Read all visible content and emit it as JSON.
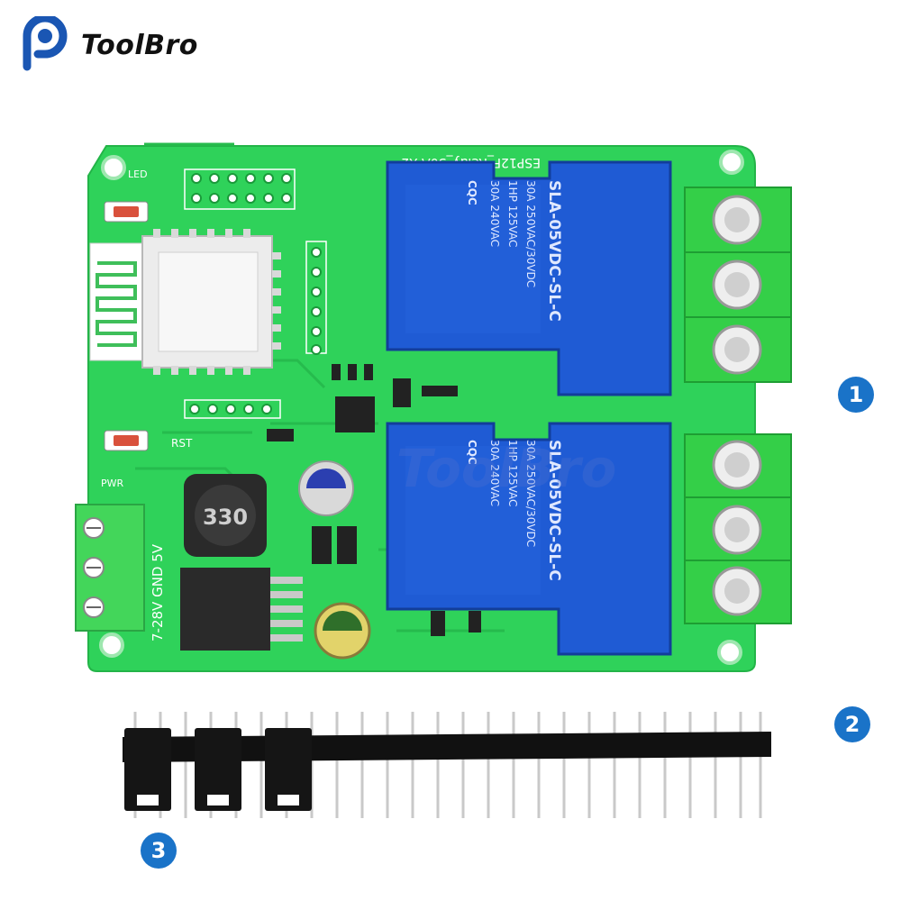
{
  "brand": {
    "name": "ToolBro",
    "watermark": "ToolBro",
    "colors": {
      "logo_blue": "#1a56b3",
      "text": "#111111"
    }
  },
  "callouts": [
    {
      "label": "1",
      "color": "#1a73c8"
    },
    {
      "label": "2",
      "color": "#1a73c8"
    },
    {
      "label": "3",
      "color": "#1a73c8"
    }
  ],
  "board": {
    "pcb_color": "#2fd25a",
    "relay_color": "#1f5bd4",
    "terminal_color": "#34cf48",
    "silkscreen": {
      "top_label": "ESP12F_Relay_30A X2",
      "power_label": "7-28V GND 5V",
      "led": "LED",
      "rst": "RST",
      "pwr": "PWR",
      "inductor": "330"
    },
    "relays": [
      {
        "model": "SLA-05VDC-SL-C",
        "rating1": "30A 250VAC/30VDC",
        "rating2": "1HP 125VAC",
        "rating3": "30A 240VAC",
        "cert": "CQC"
      },
      {
        "model": "SLA-05VDC-SL-C",
        "rating1": "30A 250VAC/30VDC",
        "rating2": "1HP 125VAC",
        "rating3": "30A 240VAC",
        "cert": "CQC"
      }
    ]
  },
  "icons": {
    "logo": "toolbro-p-logo-icon",
    "wifi_module": "esp12f-module",
    "header": "pin-header",
    "jumpers": "jumper-caps"
  }
}
